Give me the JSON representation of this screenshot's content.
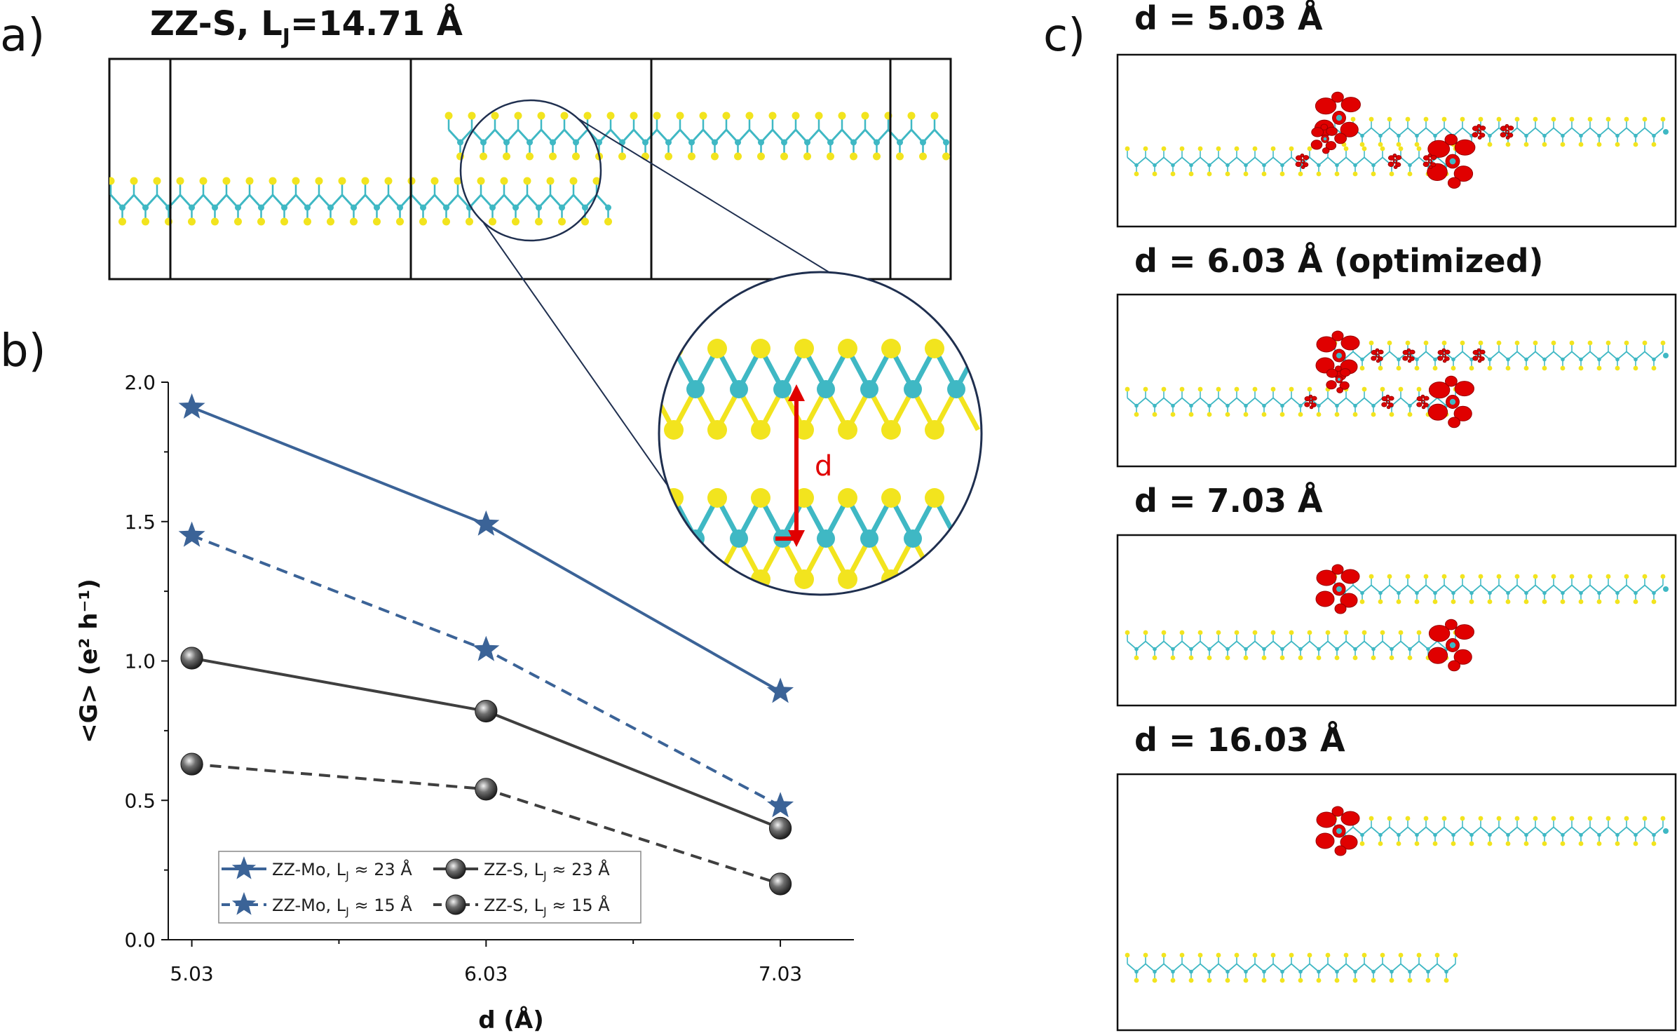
{
  "panels": {
    "a": {
      "label": "a)",
      "title": "ZZ-S, L",
      "title_sub": "J",
      "title_value": "=14.71 Å"
    },
    "b": {
      "label": "b)"
    },
    "c": {
      "label": "c)"
    }
  },
  "inset": {
    "d_label": "d"
  },
  "chart_data": {
    "type": "line",
    "x": [
      5.03,
      6.03,
      7.03
    ],
    "xticks": [
      "5.03",
      "6.03",
      "7.03"
    ],
    "xlabel": "d (Å)",
    "ylabel": "<G> (e² h⁻¹)",
    "ylim": [
      0.0,
      2.0
    ],
    "yticks": [
      "0.0",
      "0.5",
      "1.0",
      "1.5",
      "2.0"
    ],
    "legend_position": "bottom-left",
    "series": [
      {
        "name": "ZZ-Mo, L",
        "name_sub": "J",
        "name_tail": " ≈ 23 Å",
        "values": [
          1.91,
          1.49,
          0.89
        ],
        "marker": "star",
        "style": "solid",
        "color": "#3b6397"
      },
      {
        "name": "ZZ-Mo, L",
        "name_sub": "J",
        "name_tail": " ≈ 15 Å",
        "values": [
          1.45,
          1.04,
          0.48
        ],
        "marker": "star",
        "style": "dashed",
        "color": "#3b6397"
      },
      {
        "name": "ZZ-S,  L",
        "name_sub": "J",
        "name_tail": " ≈ 23 Å",
        "values": [
          1.01,
          0.82,
          0.4
        ],
        "marker": "sphere",
        "style": "solid",
        "color": "#3f3f3f"
      },
      {
        "name": "ZZ-S,  L",
        "name_sub": "J",
        "name_tail": " ≈ 15 Å",
        "values": [
          0.63,
          0.54,
          0.2
        ],
        "marker": "sphere",
        "style": "dashed",
        "color": "#3f3f3f"
      }
    ]
  },
  "charge_panels": [
    {
      "title": "d = 5.03 Å"
    },
    {
      "title": "d = 6.03 Å (optimized)"
    },
    {
      "title": "d = 7.03 Å"
    },
    {
      "title": "d = 16.03 Å"
    }
  ],
  "colors": {
    "mo": "#3fb8c4",
    "s": "#f2e41e",
    "density": "#e00000",
    "frame": "#1f2f4f"
  }
}
